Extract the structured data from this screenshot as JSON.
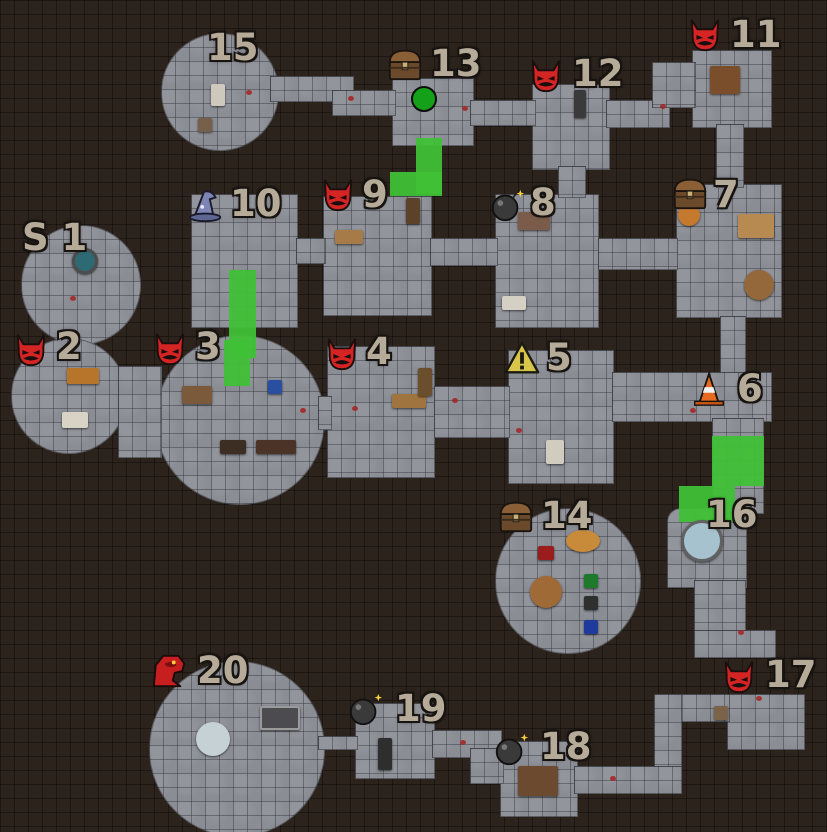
{
  "rooms": [
    {
      "id": "r15",
      "label": "15",
      "marker": "none"
    },
    {
      "id": "r13",
      "label": "13",
      "marker": "chest-icon"
    },
    {
      "id": "r12",
      "label": "12",
      "marker": "demon-icon"
    },
    {
      "id": "r11",
      "label": "11",
      "marker": "demon-icon"
    },
    {
      "id": "r10",
      "label": "10",
      "marker": "wizard-hat-icon"
    },
    {
      "id": "r9",
      "label": "9",
      "marker": "demon-icon"
    },
    {
      "id": "r8",
      "label": "8",
      "marker": "bomb-icon"
    },
    {
      "id": "r7",
      "label": "7",
      "marker": "chest-icon"
    },
    {
      "id": "r1",
      "label": "S 1",
      "marker": "none"
    },
    {
      "id": "r2",
      "label": "2",
      "marker": "demon-icon"
    },
    {
      "id": "r3",
      "label": "3",
      "marker": "demon-icon"
    },
    {
      "id": "r4",
      "label": "4",
      "marker": "demon-icon"
    },
    {
      "id": "r5",
      "label": "5",
      "marker": "warning-icon"
    },
    {
      "id": "r6",
      "label": "6",
      "marker": "traffic-cone-icon"
    },
    {
      "id": "r14",
      "label": "14",
      "marker": "chest-icon"
    },
    {
      "id": "r16",
      "label": "16",
      "marker": "none"
    },
    {
      "id": "r17",
      "label": "17",
      "marker": "demon-icon"
    },
    {
      "id": "r20",
      "label": "20",
      "marker": "dragon-icon"
    },
    {
      "id": "r19",
      "label": "19",
      "marker": "bomb-icon"
    },
    {
      "id": "r18",
      "label": "18",
      "marker": "bomb-icon"
    }
  ],
  "colors": {
    "floor": "#8b8d95",
    "background": "#2b231c",
    "highlight_path": "#3fc036",
    "label_text": "#b5ab98",
    "demon_red": "#d42424",
    "player_token": "#15a01a"
  }
}
